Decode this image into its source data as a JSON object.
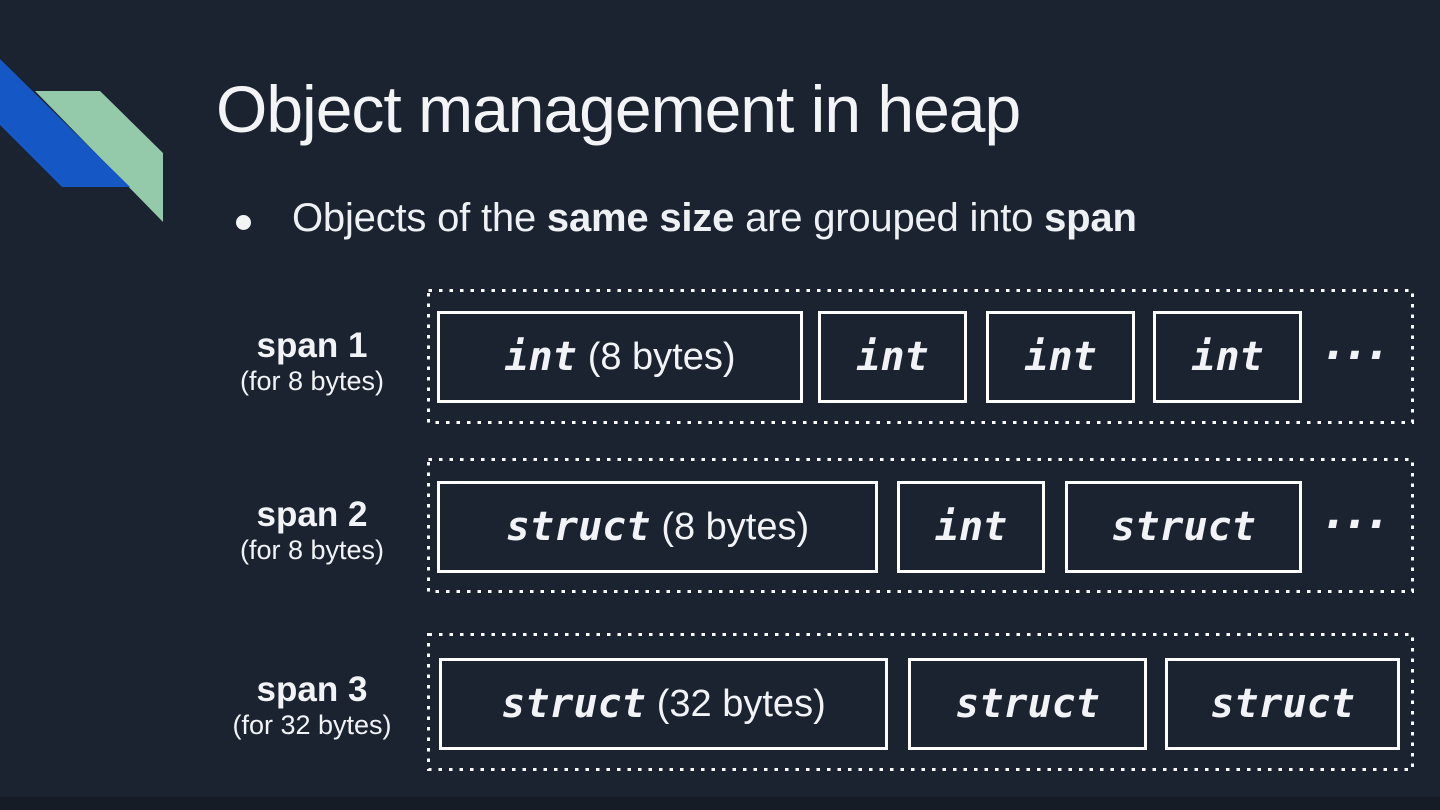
{
  "slide": {
    "title": "Object management in heap",
    "bullet": {
      "prefix": "Objects of the ",
      "bold_1": "same size",
      "middle": " are grouped into ",
      "bold_2": "span"
    },
    "colors": {
      "background": "#1b2330",
      "text": "#f1f3f6",
      "box_border": "#ffffff",
      "decor_blue": "#1457c5",
      "decor_green": "#94c9a9"
    },
    "decor": {
      "blue_shape": "blue-ribbon",
      "green_shape": "green-ribbon"
    },
    "spans": [
      {
        "name": "span 1",
        "capacity": "(for 8 bytes)",
        "objects": [
          {
            "type": "int",
            "size": "(8 bytes)"
          },
          {
            "type": "int"
          },
          {
            "type": "int"
          },
          {
            "type": "int"
          }
        ],
        "ellipsis": "..."
      },
      {
        "name": "span 2",
        "capacity": "(for 8 bytes)",
        "objects": [
          {
            "type": "struct",
            "size": "(8 bytes)"
          },
          {
            "type": "int"
          },
          {
            "type": "struct"
          }
        ],
        "ellipsis": "..."
      },
      {
        "name": "span 3",
        "capacity": "(for 32 bytes)",
        "objects": [
          {
            "type": "struct",
            "size": "(32 bytes)"
          },
          {
            "type": "struct"
          },
          {
            "type": "struct"
          }
        ]
      }
    ]
  }
}
